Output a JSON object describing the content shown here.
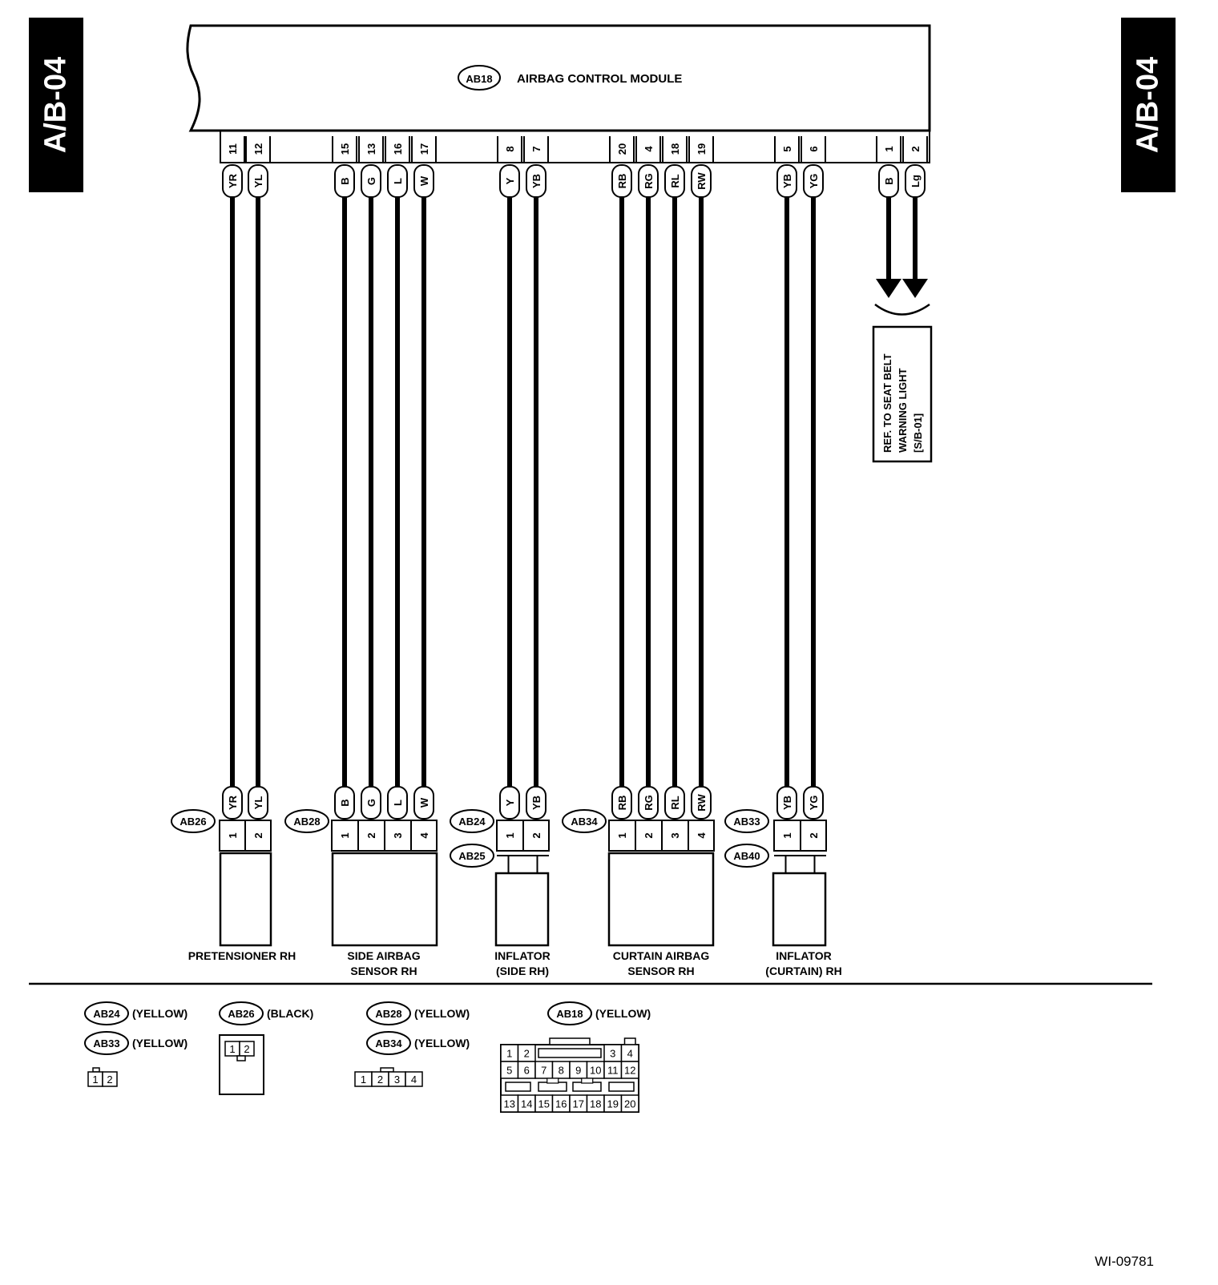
{
  "page_tab_left": "A/B-04",
  "page_tab_right": "A/B-04",
  "module": {
    "connector": "AB18",
    "title": "AIRBAG CONTROL MODULE"
  },
  "top_pins": [
    {
      "pin": "11",
      "wire": "YR"
    },
    {
      "pin": "12",
      "wire": "YL"
    },
    {
      "pin": "15",
      "wire": "B"
    },
    {
      "pin": "13",
      "wire": "G"
    },
    {
      "pin": "16",
      "wire": "L"
    },
    {
      "pin": "17",
      "wire": "W"
    },
    {
      "pin": "8",
      "wire": "Y"
    },
    {
      "pin": "7",
      "wire": "YB"
    },
    {
      "pin": "20",
      "wire": "RB"
    },
    {
      "pin": "4",
      "wire": "RG"
    },
    {
      "pin": "18",
      "wire": "RL"
    },
    {
      "pin": "19",
      "wire": "RW"
    },
    {
      "pin": "5",
      "wire": "YB"
    },
    {
      "pin": "6",
      "wire": "YG"
    },
    {
      "pin": "1",
      "wire": "B"
    },
    {
      "pin": "2",
      "wire": "Lg"
    }
  ],
  "reference_box": [
    "REF. TO SEAT BELT",
    "WARNING LIGHT",
    "[S/B-01]"
  ],
  "components": [
    {
      "connectors": [
        "AB26"
      ],
      "pins": [
        "1",
        "2"
      ],
      "wires": [
        "YR",
        "YL"
      ],
      "label": [
        "PRETENSIONER RH"
      ]
    },
    {
      "connectors": [
        "AB28"
      ],
      "pins": [
        "1",
        "2",
        "3",
        "4"
      ],
      "wires": [
        "B",
        "G",
        "L",
        "W"
      ],
      "label": [
        "SIDE AIRBAG",
        "SENSOR RH"
      ]
    },
    {
      "connectors": [
        "AB24",
        "AB25"
      ],
      "pins": [
        "1",
        "2"
      ],
      "wires": [
        "Y",
        "YB"
      ],
      "label": [
        "INFLATOR",
        "(SIDE RH)"
      ]
    },
    {
      "connectors": [
        "AB34"
      ],
      "pins": [
        "1",
        "2",
        "3",
        "4"
      ],
      "wires": [
        "RB",
        "RG",
        "RL",
        "RW"
      ],
      "label": [
        "CURTAIN AIRBAG",
        "SENSOR RH"
      ]
    },
    {
      "connectors": [
        "AB33",
        "AB40"
      ],
      "pins": [
        "1",
        "2"
      ],
      "wires": [
        "YB",
        "YG"
      ],
      "label": [
        "INFLATOR",
        "(CURTAIN) RH"
      ]
    }
  ],
  "legend": [
    {
      "connector": "AB24",
      "color": "(YELLOW)"
    },
    {
      "connector": "AB33",
      "color": "(YELLOW)"
    },
    {
      "connector": "AB26",
      "color": "(BLACK)"
    },
    {
      "connector": "AB28",
      "color": "(YELLOW)"
    },
    {
      "connector": "AB34",
      "color": "(YELLOW)"
    },
    {
      "connector": "AB18",
      "color": "(YELLOW)"
    }
  ],
  "legend_faces": {
    "two_pin": [
      "1",
      "2"
    ],
    "ab26": [
      "1",
      "2"
    ],
    "four_pin": [
      "1",
      "2",
      "3",
      "4"
    ],
    "ab18_row1": [
      "1",
      "2",
      "3",
      "4"
    ],
    "ab18_row2": [
      "5",
      "6",
      "7",
      "8",
      "9",
      "10",
      "11",
      "12"
    ],
    "ab18_row4": [
      "13",
      "14",
      "15",
      "16",
      "17",
      "18",
      "19",
      "20"
    ]
  },
  "figure_id": "WI-09781"
}
